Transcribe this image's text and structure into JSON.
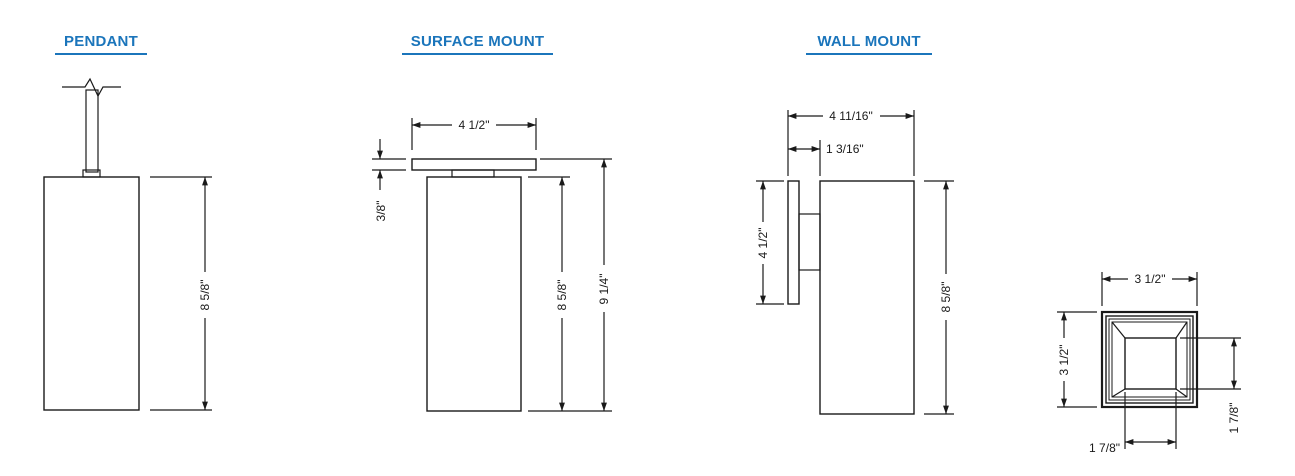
{
  "colors": {
    "accent": "#1b75bb",
    "line": "#1a1a1a"
  },
  "sections": {
    "pendant": {
      "title": "PENDANT",
      "height_dim": "8 5/8\""
    },
    "surface_mount": {
      "title": "SURFACE MOUNT",
      "width_dim": "4 1/2\"",
      "canopy_dim": "3/8\"",
      "body_height_dim": "8 5/8\"",
      "total_height_dim": "9 1/4\""
    },
    "wall_mount": {
      "title": "WALL MOUNT",
      "overall_width_dim": "4 11/16\"",
      "offset_dim": "1 3/16\"",
      "plate_height_dim": "4 1/2\"",
      "body_height_dim": "8 5/8\""
    },
    "top_view": {
      "width_dim": "3 1/2\"",
      "height_dim": "3 1/2\"",
      "inner_width_dim": "1 7/8\"",
      "inner_height_dim": "1 7/8\""
    }
  }
}
